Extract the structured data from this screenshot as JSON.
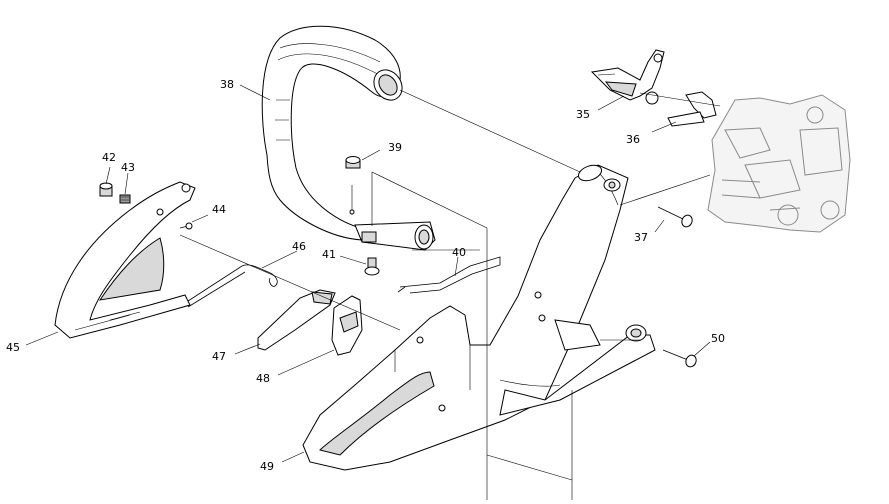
{
  "callouts": [
    {
      "id": "c38",
      "text": "38"
    },
    {
      "id": "c39",
      "text": "39"
    },
    {
      "id": "c35",
      "text": "35"
    },
    {
      "id": "c36",
      "text": "36"
    },
    {
      "id": "c37",
      "text": "37"
    },
    {
      "id": "c40",
      "text": "40"
    },
    {
      "id": "c41",
      "text": "41"
    },
    {
      "id": "c42",
      "text": "42"
    },
    {
      "id": "c43",
      "text": "43"
    },
    {
      "id": "c44",
      "text": "44"
    },
    {
      "id": "c45",
      "text": "45"
    },
    {
      "id": "c46",
      "text": "46"
    },
    {
      "id": "c47",
      "text": "47"
    },
    {
      "id": "c48",
      "text": "48"
    },
    {
      "id": "c49",
      "text": "49"
    },
    {
      "id": "c50",
      "text": "50"
    }
  ]
}
